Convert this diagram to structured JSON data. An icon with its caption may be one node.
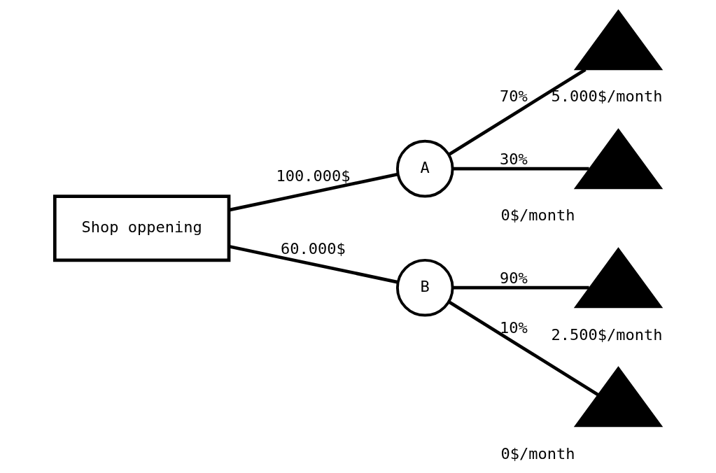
{
  "diagram": {
    "nodes": [
      {
        "text": [
          "Shop oppening"
        ]
      },
      {
        "text": [
          "A"
        ]
      },
      {
        "text": [
          "B"
        ]
      },
      {
        "text": [],
        "shape": "triangle",
        "beside": [
          "5.000$/month"
        ]
      },
      {
        "text": [],
        "shape": "triangle",
        "beside": [
          "0$/month"
        ]
      },
      {
        "text": [],
        "shape": "triangle",
        "beside": [
          "2.500$/month"
        ]
      },
      {
        "text": [],
        "shape": "triangle",
        "beside": [
          "0$/month"
        ]
      }
    ],
    "edges": [
      {
        "from": 0,
        "to": 1,
        "arrow": "none",
        "label": "100.000$"
      },
      {
        "from": 0,
        "to": 2,
        "arrow": "none",
        "label": "60.000$"
      },
      {
        "from": 1,
        "to": 3,
        "arrow": "none",
        "label": "70%"
      },
      {
        "from": 1,
        "to": 4,
        "arrow": "none",
        "label": "30%"
      },
      {
        "from": 2,
        "to": 5,
        "arrow": "none",
        "label": "90%"
      },
      {
        "from": 2,
        "to": 6,
        "arrow": "none",
        "label": "10%"
      }
    ]
  }
}
